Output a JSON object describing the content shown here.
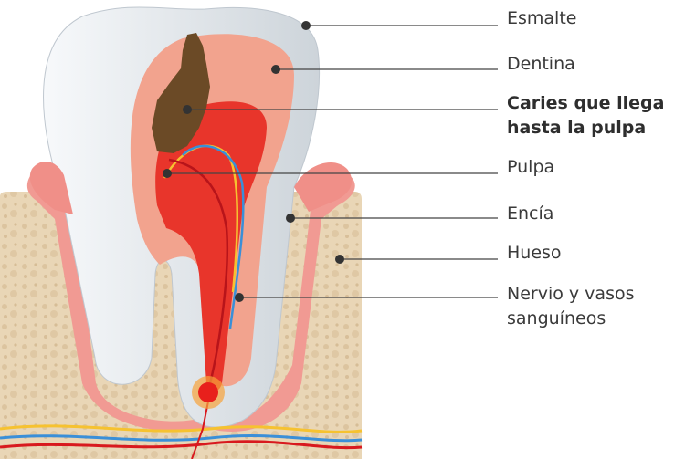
{
  "labels": {
    "esmalte": "Esmalte",
    "dentina": "Dentina",
    "caries_line1": "Caries que llega",
    "caries_line2": "hasta la pulpa",
    "pulpa": "Pulpa",
    "encia": "Encía",
    "hueso": "Hueso",
    "nervio_line1": "Nervio y vasos",
    "nervio_line2": "sanguíneos"
  },
  "colors": {
    "bone": "#e9d6b6",
    "gum": "#f19a93",
    "enamel": "#e6eaee",
    "dentin": "#f2a38e",
    "pulp": "#e8352b",
    "caries": "#6b4a26",
    "line": "#444444"
  }
}
